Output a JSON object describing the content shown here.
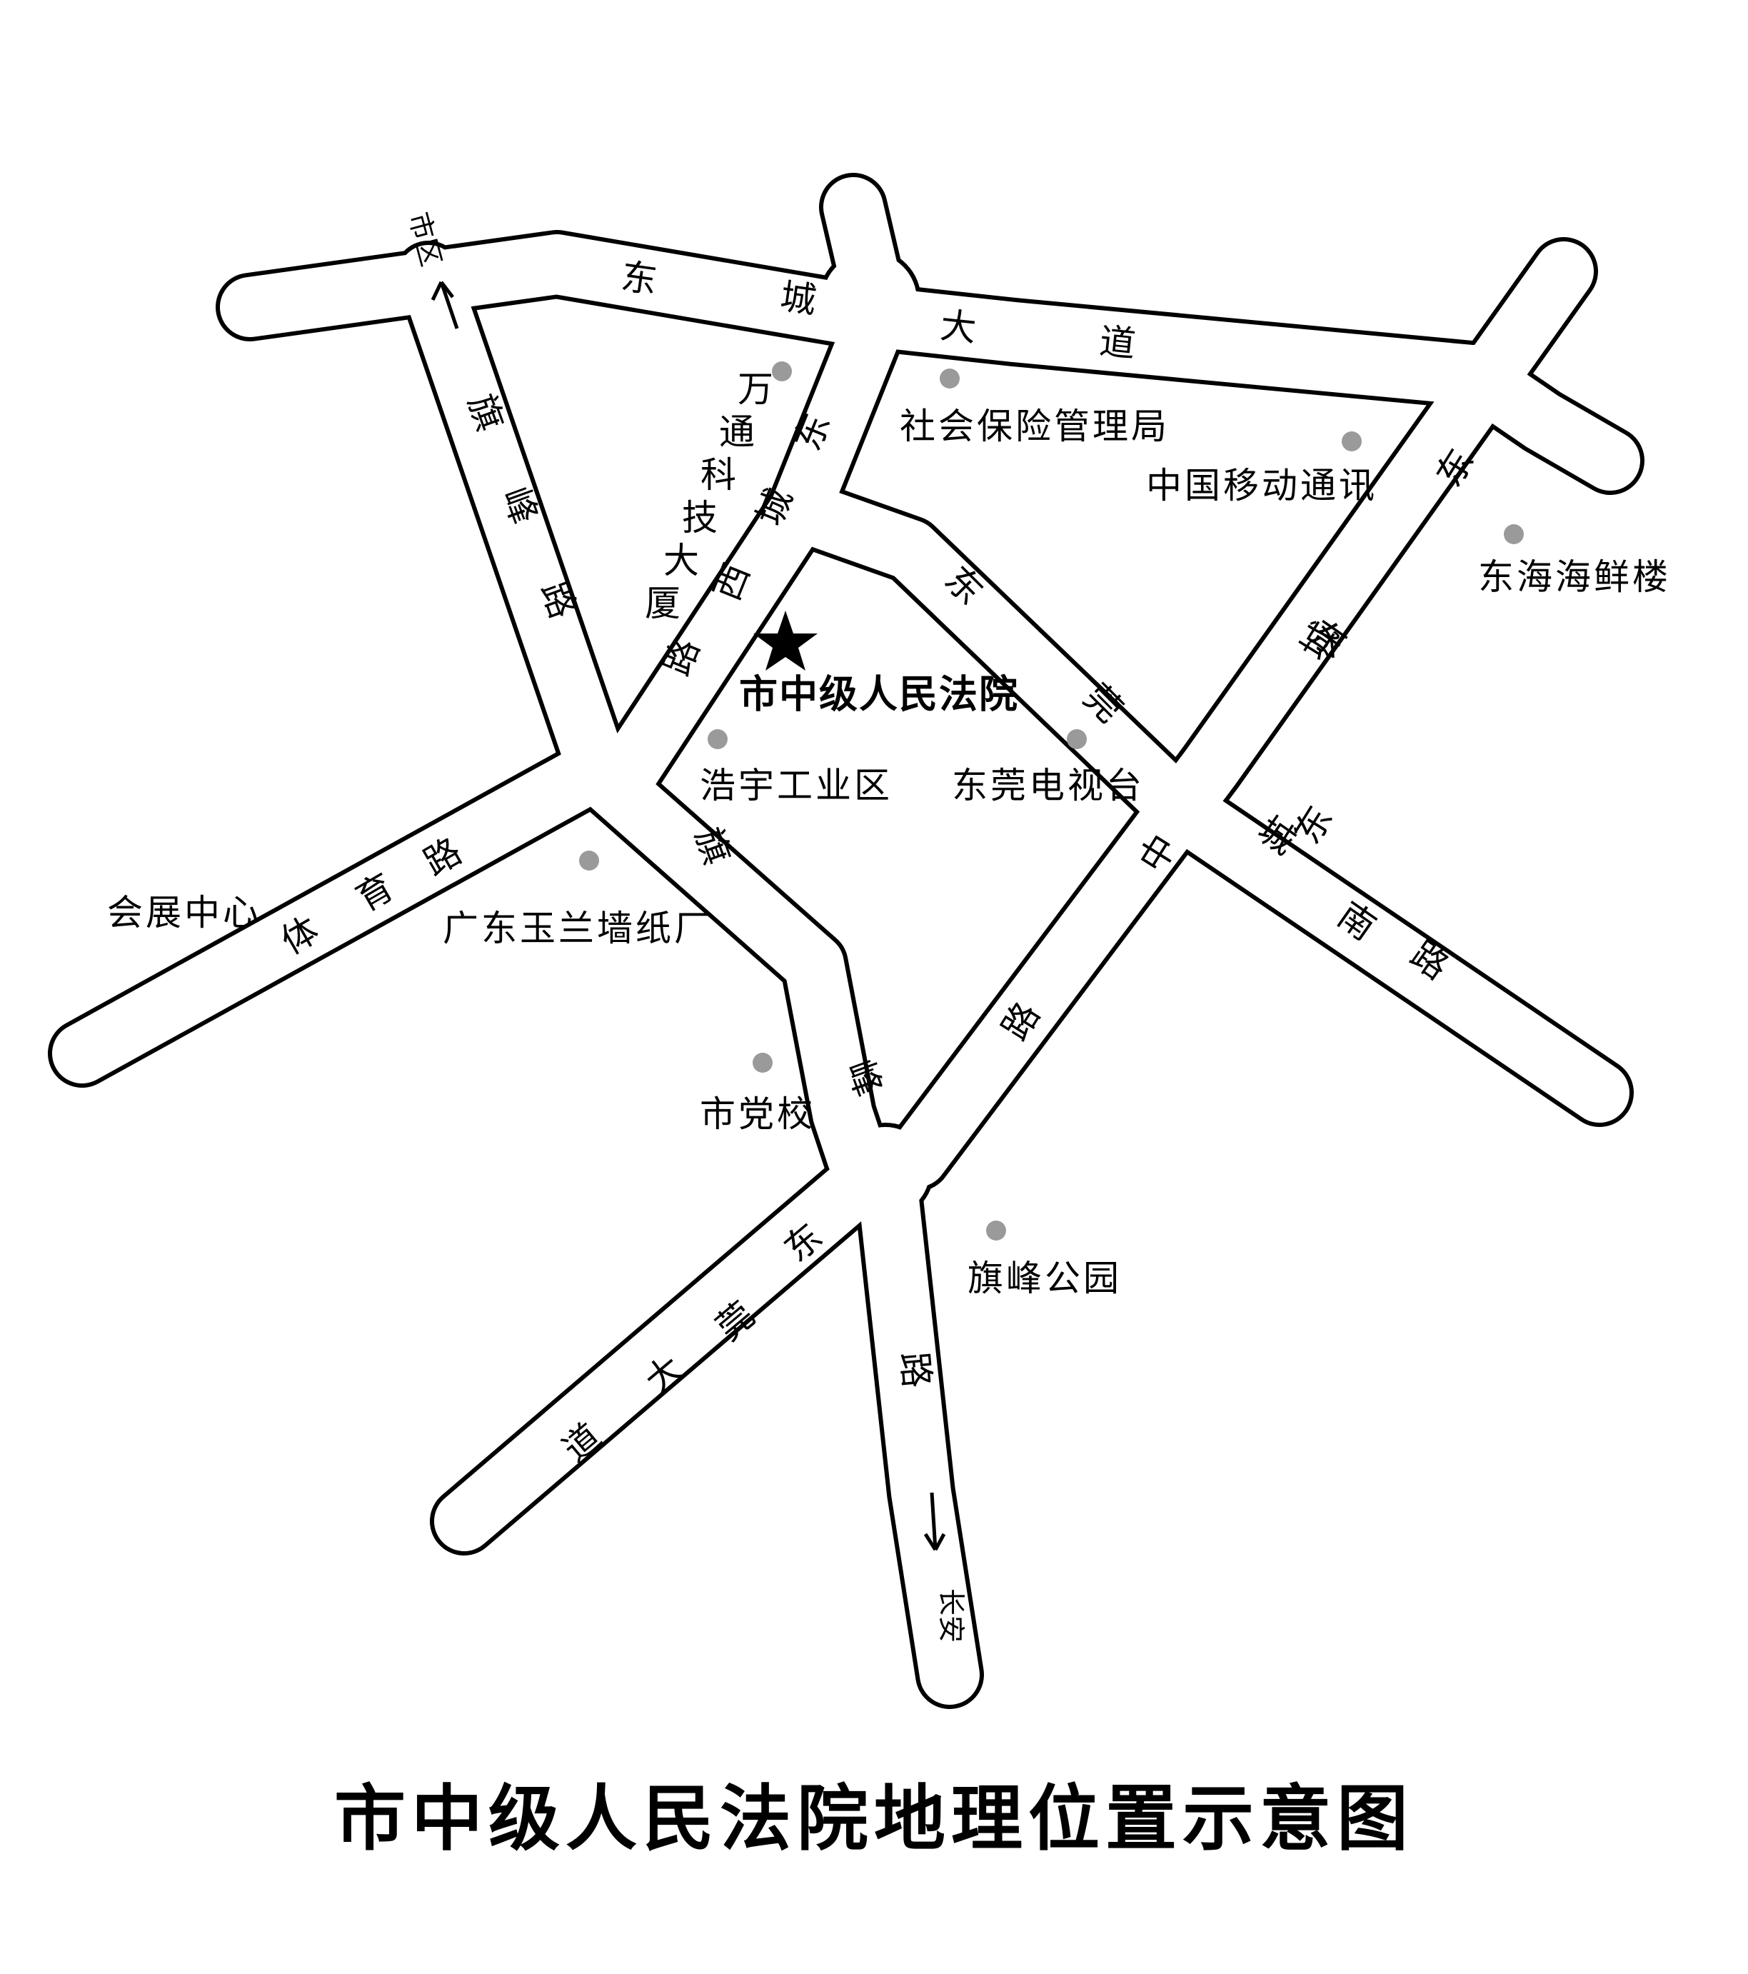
{
  "title": "市中级人民法院地理位置示意图",
  "roads": {
    "dongcheng_dadao": [
      "东",
      "城",
      "大",
      "道"
    ],
    "qifeng_lu_north": [
      "旗",
      "峰",
      "路"
    ],
    "dongcheng_xilu": [
      "东",
      "城",
      "西",
      "路"
    ],
    "dongcheng_donglu": [
      "东",
      "城",
      "东"
    ],
    "dongkeng_zhonglu": [
      "东",
      "莞",
      "中",
      "路"
    ],
    "dongcheng_nanlu": [
      "东",
      "城",
      "南",
      "路"
    ],
    "tiyu_lu": [
      "体",
      "育",
      "路"
    ],
    "qifeng_lu_south": [
      "旗",
      "峰"
    ],
    "dongguan_dadao": [
      "东",
      "莞",
      "大",
      "道"
    ],
    "dongguan_lu": [
      "东",
      "莞",
      "路"
    ]
  },
  "directions": {
    "north": "市区",
    "south": "长安"
  },
  "court": {
    "label": "市中级人民法院",
    "icon": "star-icon"
  },
  "pois": [
    {
      "id": "wantong",
      "label": "万通科技大厦",
      "vertical": true
    },
    {
      "id": "shebao",
      "label": "社会保险管理局"
    },
    {
      "id": "chinamobile",
      "label": "中国移动通讯"
    },
    {
      "id": "donghai",
      "label": "东海海鲜楼"
    },
    {
      "id": "haoyu",
      "label": "浩宇工业区"
    },
    {
      "id": "dgtv",
      "label": "东莞电视台"
    },
    {
      "id": "huizhan",
      "label": "会展中心",
      "no_dot": true
    },
    {
      "id": "yulan",
      "label": "广东玉兰墙纸厂"
    },
    {
      "id": "dangxiao",
      "label": "市党校"
    },
    {
      "id": "qifeng_park",
      "label": "旗峰公园"
    }
  ],
  "colors": {
    "road_outline": "#000000",
    "road_fill": "#ffffff",
    "poi_dot": "#9a9a9a"
  }
}
